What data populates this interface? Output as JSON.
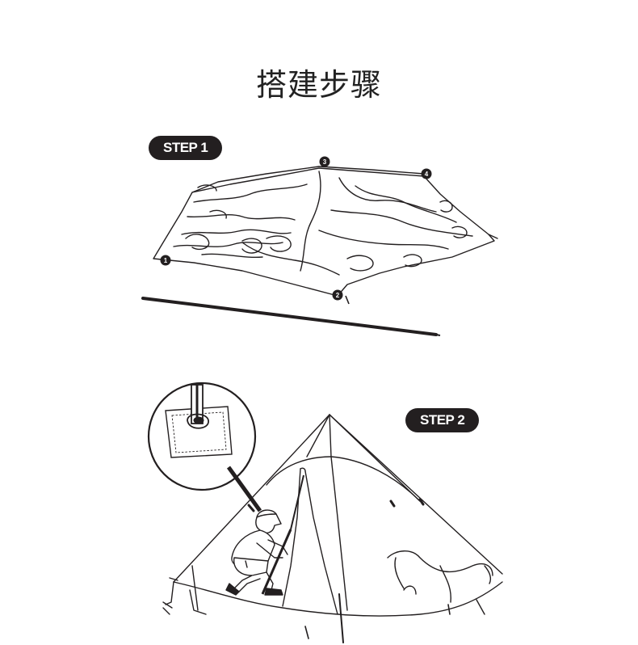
{
  "title": "搭建步骤",
  "steps": [
    {
      "label": "STEP 1"
    },
    {
      "label": "STEP 2"
    }
  ],
  "markers": [
    "1",
    "2",
    "3",
    "4"
  ],
  "colors": {
    "ink": "#231f20",
    "background": "#ffffff"
  }
}
